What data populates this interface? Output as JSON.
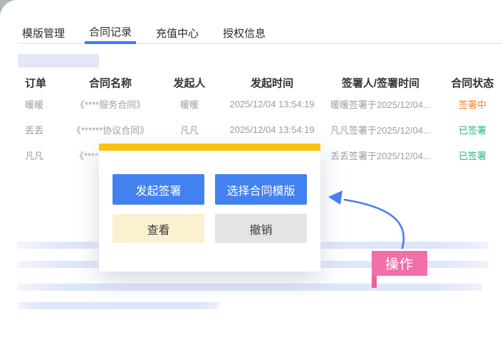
{
  "tabs": {
    "items": [
      {
        "label": "模版管理",
        "active": false
      },
      {
        "label": "合同记录",
        "active": true
      },
      {
        "label": "充值中心",
        "active": false
      },
      {
        "label": "授权信息",
        "active": false
      }
    ]
  },
  "table": {
    "headers": [
      "订单",
      "合同名称",
      "发起人",
      "发起时间",
      "签署人/签署时间",
      "合同状态"
    ],
    "rows": [
      {
        "order": "暖暖",
        "name": "《****服务合同》",
        "initiator": "暖暖",
        "time": "2025/12/04 13:54:19",
        "signer": "暖暖签署于2025/12/04...",
        "status": "签署中",
        "status_class": "pending"
      },
      {
        "order": "丢丢",
        "name": "《******协议合同》",
        "initiator": "凡凡",
        "time": "2025/12/04 13:54:19",
        "signer": "凡凡签署于2025/12/04...",
        "status": "已签署",
        "status_class": "signed"
      },
      {
        "order": "凡凡",
        "name": "《*****",
        "initiator": "",
        "time": "",
        "signer": "丢丢签署于2025/12/04...",
        "status": "已签署",
        "status_class": "signed"
      }
    ]
  },
  "popup": {
    "buttons": [
      {
        "label": "发起签署",
        "style": "primary"
      },
      {
        "label": "选择合同模版",
        "style": "primary"
      },
      {
        "label": "查看",
        "style": "cream"
      },
      {
        "label": "撤销",
        "style": "gray"
      }
    ]
  },
  "annotation": {
    "label": "操作"
  },
  "colors": {
    "accent_blue": "#4381f0",
    "tab_underline": "#3d7bf5",
    "popup_bar_yellow": "#fcc10c",
    "status_pending": "#f9852c",
    "status_signed": "#2fb381",
    "annotation_pink": "#f170a9",
    "arrow_blue": "#4a7df5",
    "skeleton_bar": "#dee6f9"
  }
}
